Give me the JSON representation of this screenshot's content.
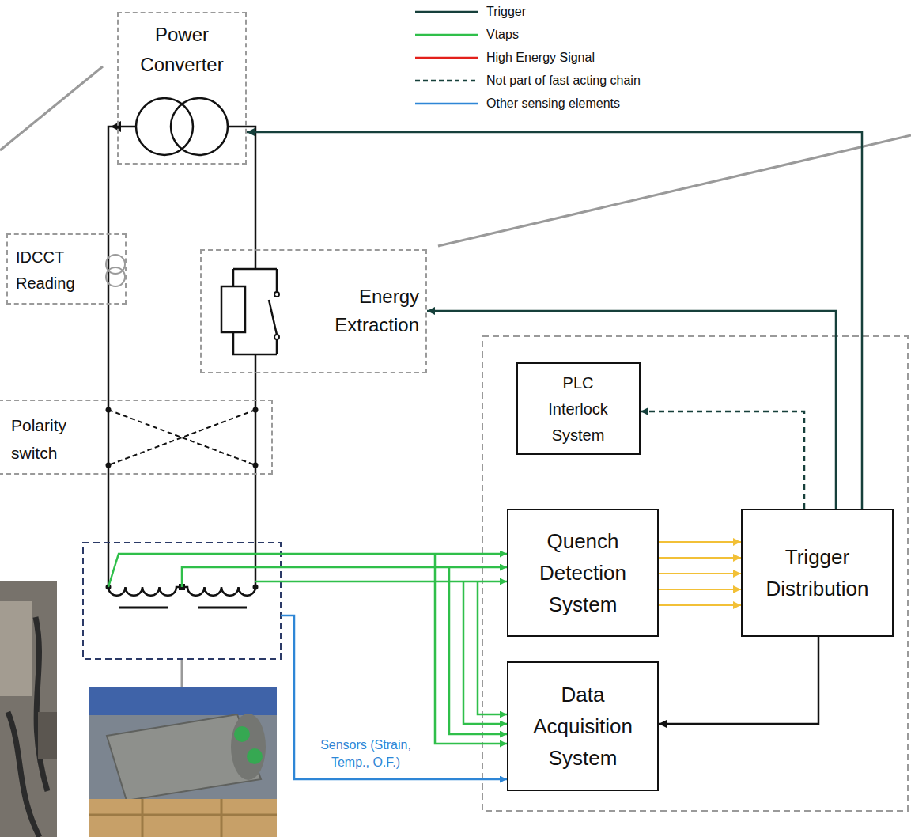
{
  "diagram": {
    "nodes": [
      {
        "text": [
          "Power Converter"
        ]
      },
      {
        "text": [
          "IDCCT Reading"
        ]
      },
      {
        "text": [
          "Energy Extraction"
        ]
      },
      {
        "text": [
          "PLC Interlock System"
        ]
      },
      {
        "text": [
          "Polarity switch"
        ]
      },
      {
        "text": [
          "Quench Detection System"
        ]
      },
      {
        "text": [
          "Trigger Distribution"
        ]
      },
      {
        "text": [
          "Data Acquisition System"
        ]
      }
    ],
    "edges": [
      {
        "from": 6,
        "to": 0,
        "arrow": "to"
      },
      {
        "from": 6,
        "to": 2,
        "arrow": "to"
      },
      {
        "from": 6,
        "to": 3,
        "arrow": "to"
      },
      {
        "from": 5,
        "to": 6,
        "arrow": "to"
      },
      {
        "from": 5,
        "to": 6,
        "arrow": "to"
      },
      {
        "from": 5,
        "to": 6,
        "arrow": "to"
      },
      {
        "from": 5,
        "to": 6,
        "arrow": "to"
      },
      {
        "from": 5,
        "to": 6,
        "arrow": "to"
      },
      {
        "from": 6,
        "to": 7,
        "arrow": "to"
      }
    ],
    "labels": [
      "Sensors (Strain, Temp., O.F.)"
    ],
    "legend": [
      {
        "text": "Trigger"
      },
      {
        "text": "Vtaps"
      },
      {
        "text": "High Energy Signal"
      },
      {
        "text": "Not part of fast acting chain"
      },
      {
        "text": "Other sensing elements"
      }
    ]
  }
}
